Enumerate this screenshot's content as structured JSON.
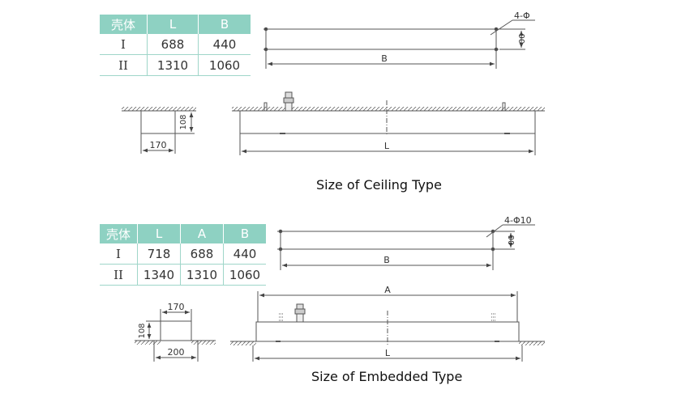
{
  "ceiling": {
    "table": {
      "headers": [
        "壳体",
        "L",
        "B"
      ],
      "rows": [
        [
          "I",
          "688",
          "440"
        ],
        [
          "II",
          "1310",
          "1060"
        ]
      ]
    },
    "hole_label": "4-Φ",
    "height_label": "90",
    "b_label": "B",
    "side_height": "108",
    "side_width": "170",
    "l_label": "L",
    "caption": "Size of  Ceiling Type"
  },
  "embedded": {
    "table": {
      "headers": [
        "壳体",
        "L",
        "A",
        "B"
      ],
      "rows": [
        [
          "I",
          "718",
          "688",
          "440"
        ],
        [
          "II",
          "1340",
          "1310",
          "1060"
        ]
      ]
    },
    "hole_label": "4-Φ10",
    "height_label": "90",
    "b_label": "B",
    "a_label": "A",
    "side_top_width": "170",
    "side_height": "108",
    "side_bottom_width": "200",
    "l_label": "L",
    "caption": "Size of  Embedded Type"
  }
}
